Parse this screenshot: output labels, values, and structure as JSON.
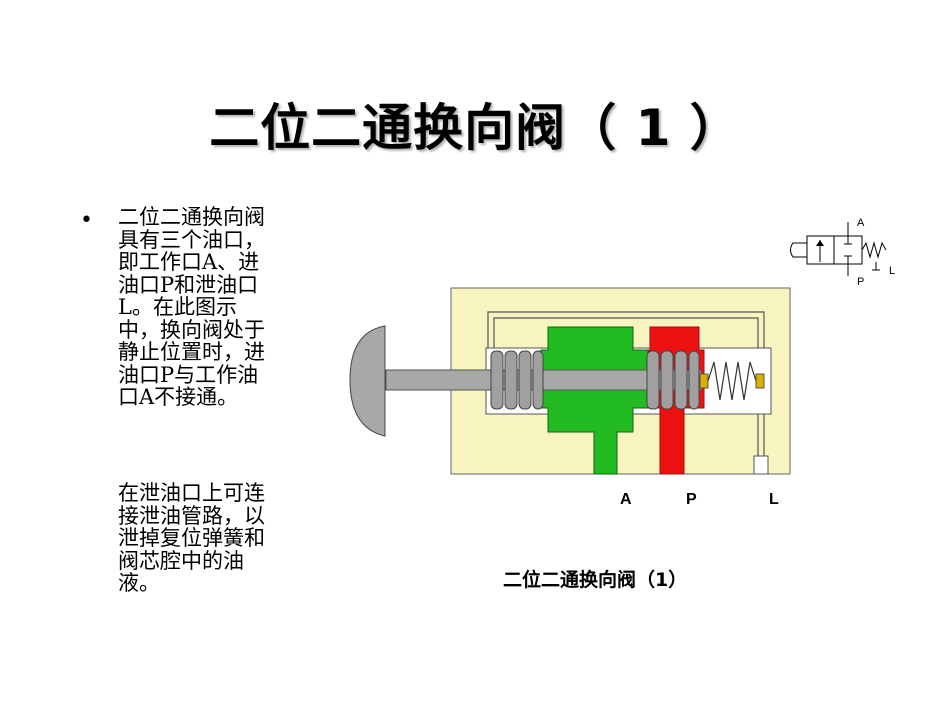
{
  "slide": {
    "title": "二位二通换向阀（ 1 ）",
    "bullet": "•",
    "paragraph1": "二位二通换向阀具有三个油口，即工作口A、进油口P和泄油口L。在此图示中，换向阀处于静止位置时，进油口P与工作油口A不接通。",
    "paragraph2": "在泄油口上可连接泄油管路，以泄掉复位弹簧和阀芯腔中的油液。"
  },
  "diagram": {
    "caption": "二位二通换向阀（1）",
    "ports": [
      "A",
      "P",
      "L"
    ],
    "symbol_labels": {
      "a": "A",
      "p": "P",
      "l": "L"
    },
    "colors": {
      "body": "#f8f4c0",
      "pressure": "#ee1111",
      "work": "#22bb22",
      "spool": "#a8a8a8"
    }
  }
}
